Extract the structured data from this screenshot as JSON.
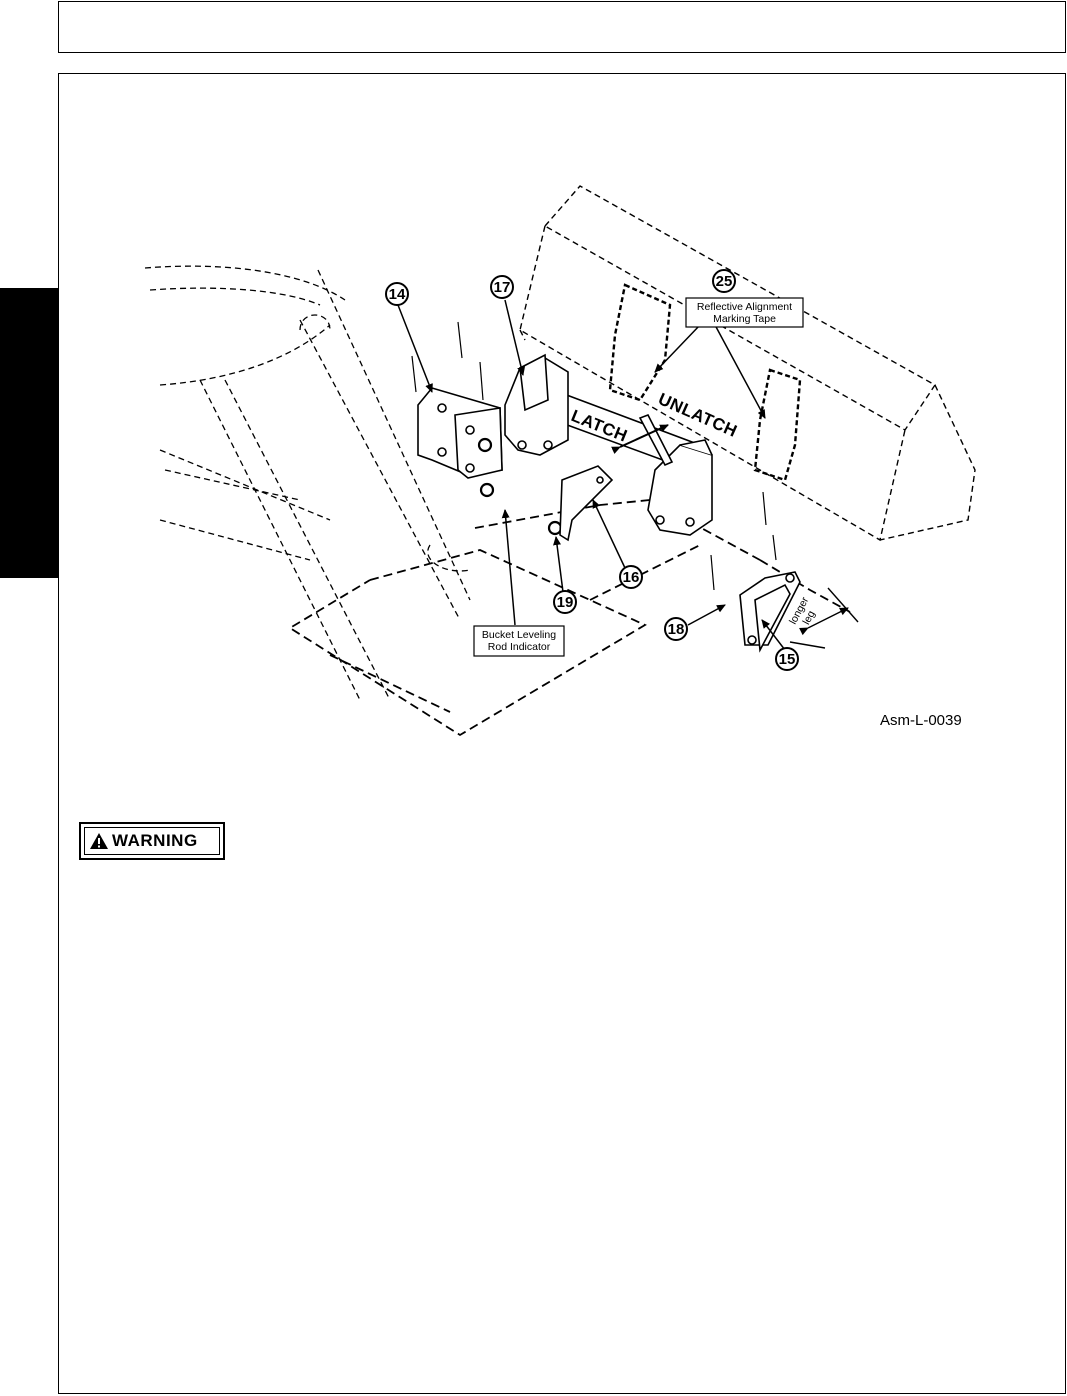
{
  "figure": {
    "id_label": "Asm-L-0039",
    "part_numbers": [
      "14",
      "17",
      "25",
      "16",
      "19",
      "18",
      "15"
    ],
    "callouts": {
      "tape_line1": "Reflective Alignment",
      "tape_line2": "Marking Tape",
      "rod_line1": "Bucket Leveling",
      "rod_line2": "Rod Indicator"
    },
    "latch_label": "LATCH",
    "unlatch_label": "UNLATCH",
    "longer_leg_line1": "longer",
    "longer_leg_line2": "leg"
  },
  "warning": {
    "label": "WARNING",
    "icon": "warning-triangle-icon"
  }
}
